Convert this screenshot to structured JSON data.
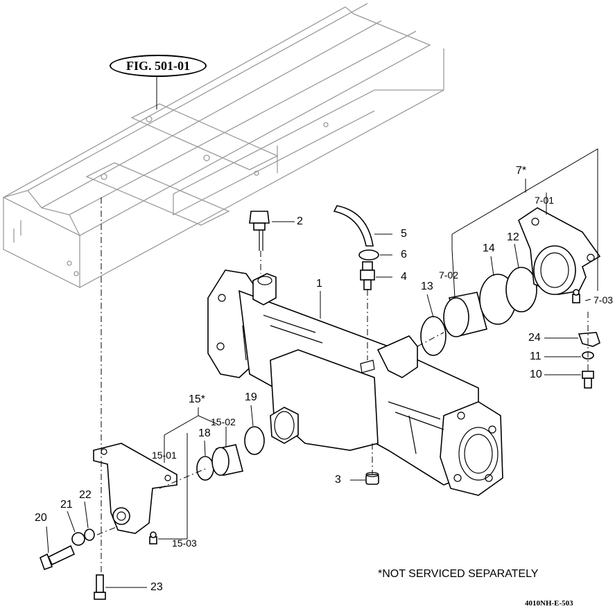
{
  "figure_ref": "FIG. 501-01",
  "note": "*NOT SERVICED SEPARATELY",
  "drawing_code": "4010NH-E-503",
  "callouts": {
    "c1": "1",
    "c2": "2",
    "c3": "3",
    "c4": "4",
    "c5": "5",
    "c6": "6",
    "c7": "7*",
    "c7_01": "7-01",
    "c7_02": "7-02",
    "c7_03": "7-03",
    "c10": "10",
    "c11": "11",
    "c12": "12",
    "c13": "13",
    "c14": "14",
    "c15": "15*",
    "c15_01": "15-01",
    "c15_02": "15-02",
    "c15_03": "15-03",
    "c18": "18",
    "c19": "19",
    "c20": "20",
    "c21": "21",
    "c22": "22",
    "c23": "23",
    "c24": "24"
  }
}
